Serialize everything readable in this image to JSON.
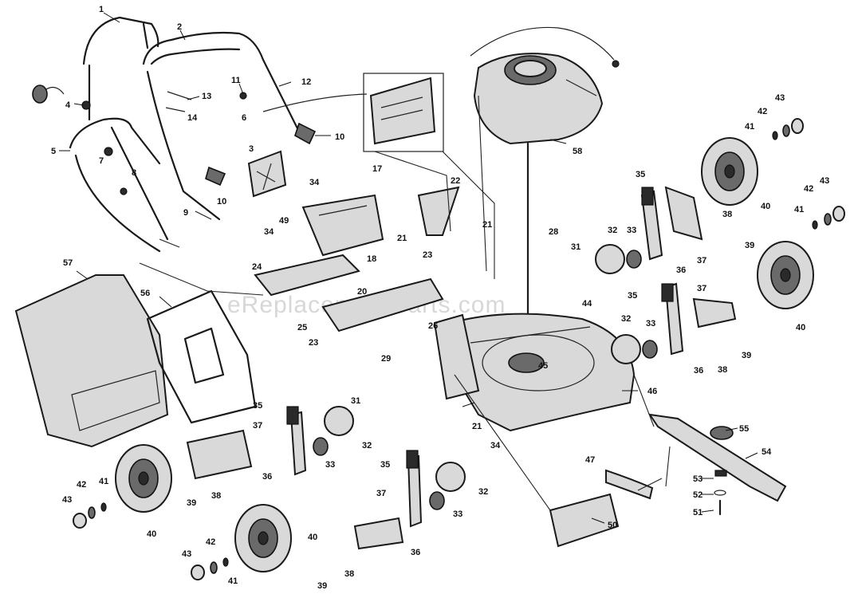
{
  "watermark": "eReplacementParts.com",
  "callouts": {
    "c1": "1",
    "c2": "2",
    "c3": "3",
    "c4": "4",
    "c5": "5",
    "c6": "6",
    "c7": "7",
    "c8": "8",
    "c9": "9",
    "c10a": "10",
    "c10b": "10",
    "c11": "11",
    "c12": "12",
    "c13": "13",
    "c14": "14",
    "c17": "17",
    "c18": "18",
    "c20": "20",
    "c21a": "21",
    "c21b": "21",
    "c21c": "21",
    "c22": "22",
    "c23a": "23",
    "c23b": "23",
    "c24": "24",
    "c25": "25",
    "c26": "26",
    "c28": "28",
    "c29": "29",
    "c31a": "31",
    "c31b": "31",
    "c32a": "32",
    "c32b": "32",
    "c32c": "32",
    "c32d": "32",
    "c33a": "33",
    "c33b": "33",
    "c33c": "33",
    "c33d": "33",
    "c34a": "34",
    "c34b": "34",
    "c34c": "34",
    "c35a": "35",
    "c35b": "35",
    "c35c": "35",
    "c35d": "35",
    "c36a": "36",
    "c36b": "36",
    "c36c": "36",
    "c36d": "36",
    "c37a": "37",
    "c37b": "37",
    "c37c": "37",
    "c37d": "37",
    "c38a": "38",
    "c38b": "38",
    "c38c": "38",
    "c38d": "38",
    "c39a": "39",
    "c39b": "39",
    "c39c": "39",
    "c39d": "39",
    "c40a": "40",
    "c40b": "40",
    "c40c": "40",
    "c40d": "40",
    "c41a": "41",
    "c41b": "41",
    "c41c": "41",
    "c41d": "41",
    "c42a": "42",
    "c42b": "42",
    "c42c": "42",
    "c42d": "42",
    "c43a": "43",
    "c43b": "43",
    "c43c": "43",
    "c43d": "43",
    "c44": "44",
    "c45": "45",
    "c46": "46",
    "c47": "47",
    "c49": "49",
    "c50": "50",
    "c51": "51",
    "c52": "52",
    "c53": "53",
    "c54": "54",
    "c55": "55",
    "c56": "56",
    "c57": "57",
    "c58": "58"
  }
}
